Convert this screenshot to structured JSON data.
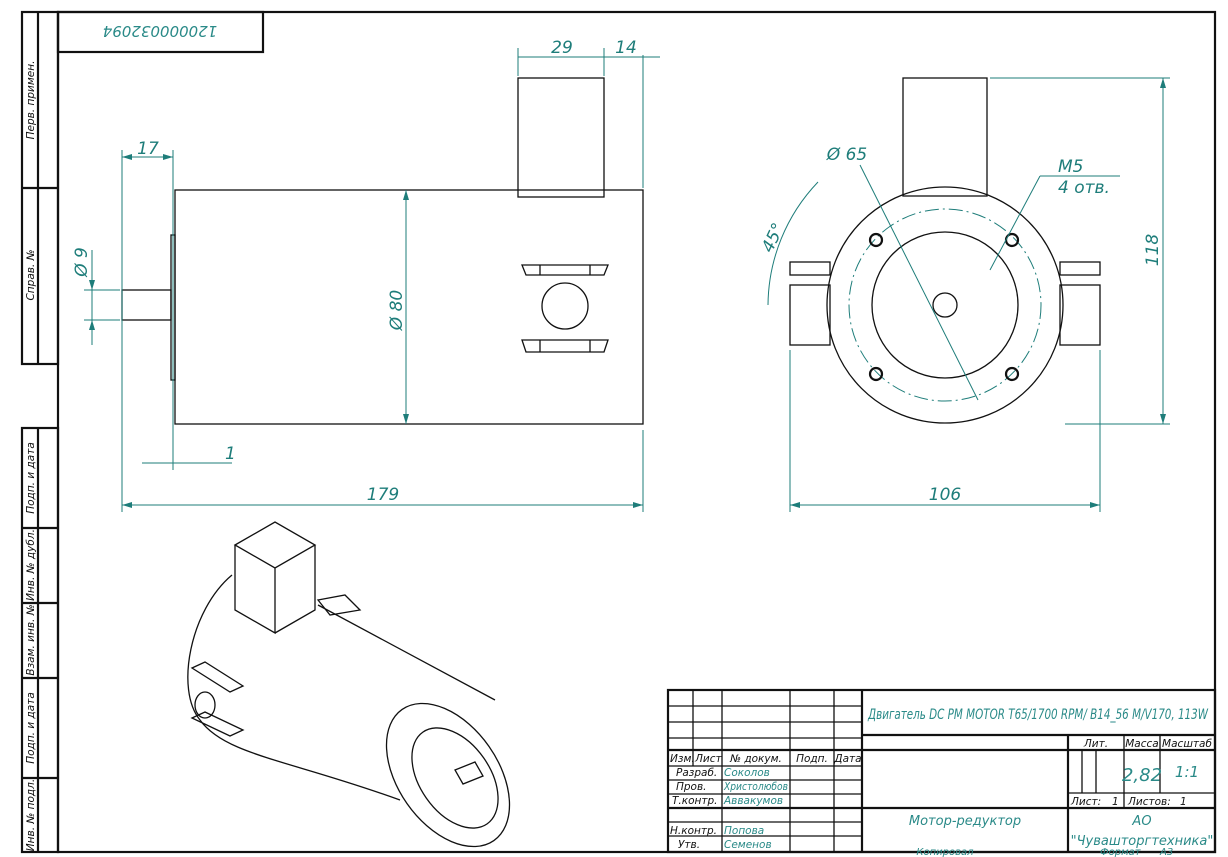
{
  "stamp_number": "120000032094",
  "side_labels": [
    "Перв. примен.",
    "Справ. №",
    "Подп. и дата",
    "Инв. № дубл.",
    "Взам. инв. №",
    "Подп. и дата",
    "Инв. № подл."
  ],
  "dimensions": {
    "shaft_length": "17",
    "shaft_diameter": "Ø 9",
    "body_diameter": "Ø 80",
    "flange_thickness": "1",
    "total_length": "179",
    "box_width": "29",
    "box_offset": "14",
    "bolt_circle": "Ø 65",
    "thread": "M5",
    "holes": "4 отв.",
    "angle": "45°",
    "total_height": "118",
    "total_width": "106"
  },
  "title_block": {
    "title": "Двигатель DC PM MOTOR T65/1700 RPM/ B14_56 M/V170, 113W",
    "headers": [
      "Изм.",
      "Лист",
      "№ докум.",
      "Подп.",
      "Дата"
    ],
    "roles": [
      {
        "role": "Разраб.",
        "name": "Соколов"
      },
      {
        "role": "Пров.",
        "name": "Христолюбов"
      },
      {
        "role": "Т.контр.",
        "name": "Аввакумов"
      },
      {
        "role": "Н.контр.",
        "name": "Попова"
      },
      {
        "role": "Утв.",
        "name": "Семенов"
      }
    ],
    "lit_label": "Лит.",
    "mass_label": "Масса",
    "scale_label": "Масштаб",
    "mass": "2,82",
    "scale": "1:1",
    "sheet_label": "Лист:",
    "sheet": "1",
    "sheets_label": "Листов:",
    "sheets": "1",
    "product_name": "Мотор-редуктор",
    "org_line1": "АО",
    "org_line2": "\"Чувашторгтехника\"",
    "copied_label": "Копировал",
    "format_label": "Формат",
    "format": "А3"
  }
}
